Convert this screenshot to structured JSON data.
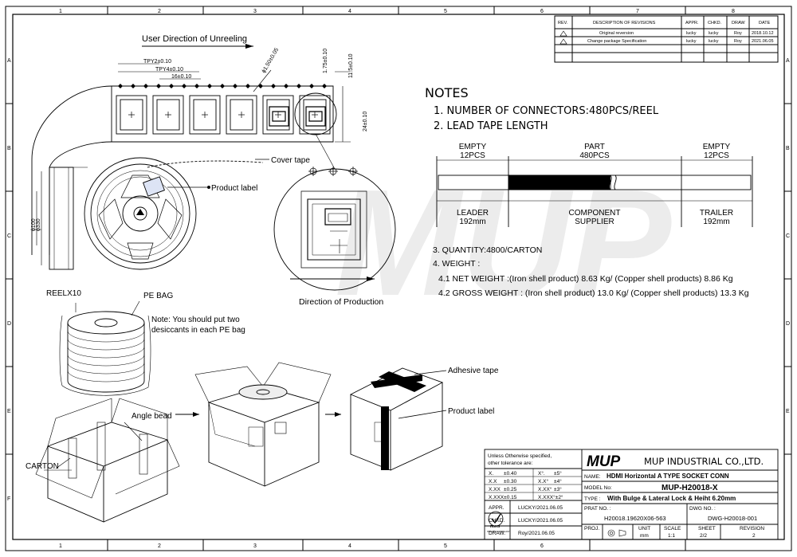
{
  "frame": {
    "cols": [
      "1",
      "2",
      "3",
      "4",
      "5",
      "6",
      "7",
      "8"
    ],
    "rows": [
      "A",
      "B",
      "C",
      "D",
      "E",
      "F"
    ]
  },
  "revision_table": {
    "headers": [
      "REV.",
      "DESCRIPTION OF REVISIONS",
      "APPR.",
      "CHKD.",
      "DRAW",
      "DATE"
    ],
    "rows": [
      [
        "",
        "Original reversion",
        "lucky",
        "lucky",
        "Roy",
        "2018.10.12"
      ],
      [
        "",
        "Change package Specification",
        "lucky",
        "lucky",
        "Roy",
        "2021.06.05"
      ]
    ]
  },
  "tape_drawing": {
    "title": "User Direction of Unreeling",
    "dims": [
      "TPY2±0.10",
      "TPY4±0.10",
      "16±0.10",
      "ϕ1.50±0.05",
      "1.75±0.10",
      "11.5±0.10",
      "24±0.10"
    ]
  },
  "reel_drawing": {
    "cover_tape": "Cover tape",
    "product_label": "Product label",
    "d100": "ϕ100",
    "d330": "ϕ330"
  },
  "detail": {
    "caption": "Direction of Production"
  },
  "notes": {
    "heading": "NOTES",
    "n1": "1. NUMBER OF CONNECTORS:480PCS/REEL",
    "n2": "2. LEAD TAPE LENGTH",
    "n3": "3. QUANTITY:4800/CARTON",
    "n4": "4. WEIGHT :",
    "n41": "4.1 NET WEIGHT :(Iron shell product) 8.63 Kg/ (Copper shell products) 8.86 Kg",
    "n42": "4.2 GROSS WEIGHT : (Iron shell product) 13.0 Kg/ (Copper shell products) 13.3 Kg"
  },
  "lead_tape": {
    "left_top1": "EMPTY",
    "left_top2": "12PCS",
    "mid_top1": "PART",
    "mid_top2": "480PCS",
    "right_top1": "EMPTY",
    "right_top2": "12PCS",
    "left_bot1": "LEADER",
    "left_bot2": "192mm",
    "mid_bot1": "COMPONENT",
    "mid_bot2": "SUPPLIER",
    "right_bot1": "TRAILER",
    "right_bot2": "192mm"
  },
  "packaging": {
    "reel_x10": "REELX10",
    "pe_bag": "PE BAG",
    "note1": "Note: You should put two",
    "note2": "desiccants in each PE bag",
    "angle_bead": "Angle bead",
    "carton": "CARTON",
    "adhesive_tape": "Adhesive tape",
    "product_label": "Product label"
  },
  "title_block": {
    "tol_head1": "Unless Otherwise specified,",
    "tol_head2": "other tolerance are:",
    "tol": [
      [
        "X.",
        "±0.40",
        "X°.",
        "±5°"
      ],
      [
        "X.X",
        "±0.30",
        "X.X°",
        "±4°"
      ],
      [
        "X.XX",
        "±0.25",
        "X.XX°",
        "±3°"
      ],
      [
        "X.XXX±0.15",
        "",
        "X.XXX°±2°",
        ""
      ]
    ],
    "appr_label": "APPR.",
    "appr_value": "LUCKY/2021.06.05",
    "chkd_label": "CHKD.",
    "chkd_value": "LUCKY/2021.06.05",
    "draw_label": "DRAW.",
    "draw_value": "Roy/2021.06.05",
    "rohs": "RoHS",
    "rohs_sub": "PROCESS COMPLIANT",
    "logo": "MUP",
    "company": "MUP INDUSTRIAL CO.,LTD.",
    "name_label": "NAME:",
    "name_value": "HDMI Horizontal A TYPE SOCKET CONN",
    "model_label": "MODEL No:",
    "model_value": "MUP-H20018-X",
    "type_label": "TYPE :",
    "type_value": "With Bulge & Lateral Lock & Heiht 6.20mm",
    "prat_label": "PRAT NO. :",
    "prat_value": "H20018.19620X06-563",
    "dwg_label": "DWG NO. :",
    "dwg_value": "DWG-H20018-001",
    "proj_label": "PROJ.",
    "unit_label": "UNIT",
    "unit_value": "mm",
    "scale_label": "SCALE",
    "scale_value": "1:1",
    "sheet_label": "SHEET",
    "sheet_value": "2/2",
    "rev_label": "REVISION",
    "rev_value": "2"
  },
  "watermark": "MUP"
}
